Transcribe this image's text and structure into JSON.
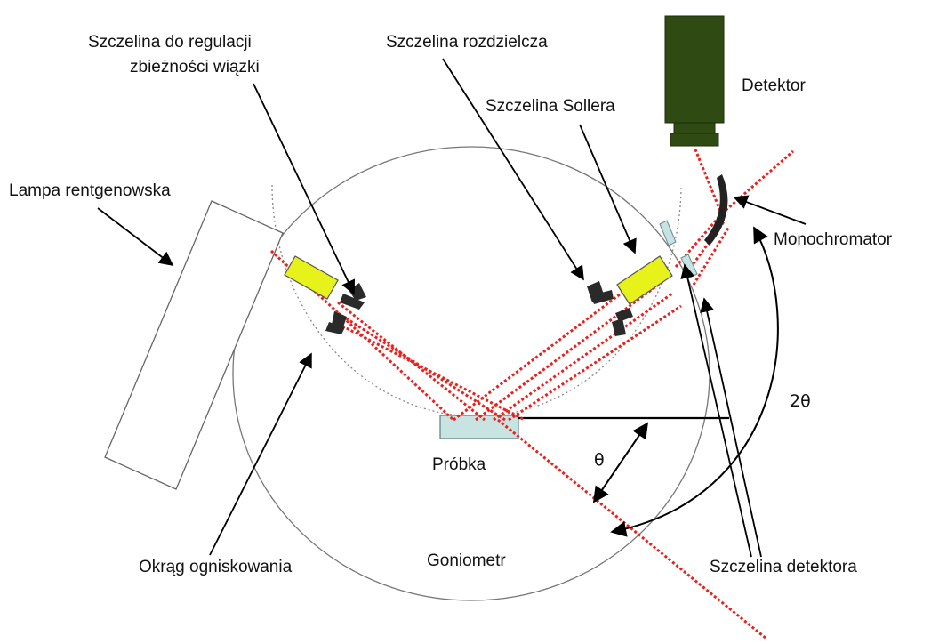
{
  "labels": {
    "szczelina_regulacji_line1": "Szczelina do regulacji",
    "szczelina_regulacji_line2": "zbieżności wiązki",
    "szczelina_rozdzielcza": "Szczelina rozdzielcza",
    "szczelina_sollera": "Szczelina Sollera",
    "detektor": "Detektor",
    "lampa": "Lampa rentgenowska",
    "monochromator": "Monochromator",
    "two_theta": "2θ",
    "theta": "θ",
    "probka": "Próbka",
    "okrag": "Okrąg ogniskowania",
    "goniometr": "Goniometr",
    "szczelina_detektora": "Szczelina detektora"
  },
  "colors": {
    "beam": "#e8211e",
    "slit_yellow": "#e6f21a",
    "detector_green": "#2f4a12",
    "sample_fill": "#c8e4e2",
    "detector_slit_fill": "#c6e2e2",
    "slit_dark": "#2a2a2a",
    "outline": "#666666"
  }
}
